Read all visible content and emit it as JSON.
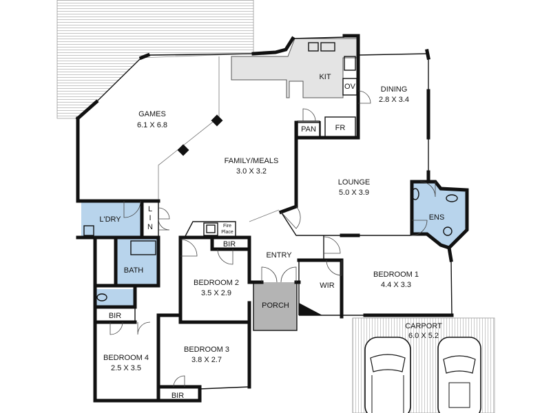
{
  "rooms": {
    "games": {
      "name": "GAMES",
      "size": "6.1 X 6.8"
    },
    "family_meals": {
      "name": "FAMILY/MEALS",
      "size": "3.0 X 3.2"
    },
    "kitchen": {
      "name": "KIT"
    },
    "dining": {
      "name": "DINING",
      "size": "2.8 X 3.4"
    },
    "lounge": {
      "name": "LOUNGE",
      "size": "5.0 X 3.9"
    },
    "pantry": {
      "name": "PAN"
    },
    "fridge": {
      "name": "FR"
    },
    "oven": {
      "name": "OV"
    },
    "ensuite": {
      "name": "ENS"
    },
    "laundry": {
      "name": "L'DRY"
    },
    "linen": {
      "name": "LIN"
    },
    "bath": {
      "name": "BATH"
    },
    "fireplace": {
      "line1": "Fire",
      "line2": "Place"
    },
    "bedroom2": {
      "name": "BEDROOM 2",
      "size": "3.5 X 2.9"
    },
    "bedroom2_bir": {
      "name": "BIR"
    },
    "entry": {
      "name": "ENTRY"
    },
    "porch": {
      "name": "PORCH"
    },
    "wir": {
      "name": "WIR"
    },
    "bedroom1": {
      "name": "BEDROOM 1",
      "size": "4.4 X 3.3"
    },
    "carport": {
      "name": "CARPORT",
      "size": "6.0 X 5.2"
    },
    "bedroom4": {
      "name": "BEDROOM 4",
      "size": "2.5 X 3.5"
    },
    "bedroom4_bir": {
      "name": "BIR"
    },
    "bedroom3": {
      "name": "BEDROOM 3",
      "size": "3.8 X 2.7"
    },
    "bedroom3_bir": {
      "name": "BIR"
    }
  },
  "colors": {
    "wet_area": "#b8d4ec",
    "porch": "#b4b4b4",
    "kitchen_bench": "#e4e4e4",
    "deck_hatch": "#bdbdbd",
    "wall": "#111111"
  }
}
